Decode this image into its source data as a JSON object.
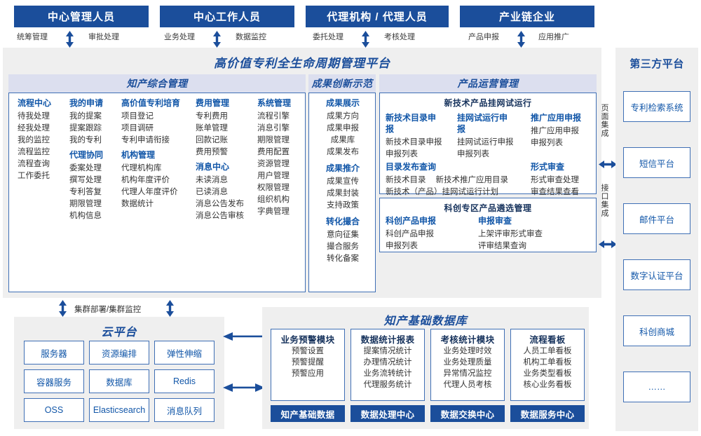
{
  "roles": [
    {
      "title": "中心管理人员",
      "left_action": "统筹管理",
      "right_action": "审批处理"
    },
    {
      "title": "中心工作人员",
      "left_action": "业务处理",
      "right_action": "数据监控"
    },
    {
      "title": "代理机构 / 代理人员",
      "left_action": "委托处理",
      "right_action": "考核处理"
    },
    {
      "title": "产业链企业",
      "left_action": "产品申报",
      "right_action": "应用推广"
    }
  ],
  "platform": {
    "title": "高价值专利全生命周期管理平台",
    "sections": {
      "ip_management": {
        "band": "知产综合管理",
        "columns": [
          {
            "groups": [
              {
                "head": "流程中心",
                "items": [
                  "待我处理",
                  "经我处理",
                  "我的监控",
                  "流程监控",
                  "流程查询",
                  "工作委托"
                ]
              }
            ]
          },
          {
            "groups": [
              {
                "head": "我的申请",
                "items": [
                  "我的提案",
                  "提案跟踪",
                  "我的专利"
                ]
              },
              {
                "head": "代理协同",
                "items": [
                  "委案处理",
                  "撰写处理",
                  "专利答复",
                  "期限管理",
                  "机构信息"
                ]
              }
            ]
          },
          {
            "groups": [
              {
                "head": "高价值专利培育",
                "items": [
                  "项目登记",
                  "项目调研",
                  "专利申请衔接"
                ]
              },
              {
                "head": "机构管理",
                "items": [
                  "代理机构库",
                  "机构年度评价",
                  "代理人年度评价",
                  "数据统计"
                ]
              }
            ]
          },
          {
            "groups": [
              {
                "head": "费用管理",
                "items": [
                  "专利费用",
                  "账单管理",
                  "回款记账",
                  "费用预警"
                ]
              },
              {
                "head": "消息中心",
                "items": [
                  "未读消息",
                  "已读消息",
                  "消息公告发布",
                  "消息公告审核"
                ]
              }
            ]
          },
          {
            "groups": [
              {
                "head": "系统管理",
                "items": [
                  "流程引擎",
                  "消息引擎",
                  "期限管理",
                  "费用配置",
                  "资源管理",
                  "用户管理",
                  "权限管理",
                  "组织机构",
                  "字典管理"
                ]
              }
            ]
          }
        ]
      },
      "achievement": {
        "band": "成果创新示范",
        "groups": [
          {
            "head": "成果展示",
            "items": [
              "成果方向",
              "成果申报",
              "成果库",
              "成果发布"
            ]
          },
          {
            "head": "成果推介",
            "items": [
              "成果宣传",
              "成果封装",
              "支持政策"
            ]
          },
          {
            "head": "转化撮合",
            "items": [
              "意向征集",
              "撮合服务",
              "转化备案"
            ]
          }
        ]
      },
      "product_ops": {
        "band": "产品运营管理",
        "box1": {
          "title": "新技术产品挂网试运行",
          "row1": [
            {
              "head": "新技术目录申报",
              "items": [
                "新技术目录申报",
                "申报列表"
              ]
            },
            {
              "head": "挂网试运行申报",
              "items": [
                "挂网试运行申报",
                "申报列表"
              ]
            },
            {
              "head": "推广应用申报",
              "items": [
                "推广应用申报",
                "申报列表"
              ]
            }
          ],
          "row2_left": {
            "head": "目录发布查询",
            "items": [
              "新技术目录",
              "新技术推广应用目录",
              "新技术（产品）挂网试运行计划"
            ]
          },
          "row2_right": {
            "head": "形式审查",
            "items": [
              "形式审查处理",
              "审查结果查看"
            ]
          }
        },
        "box2": {
          "title": "科创专区产品遴选管理",
          "cols": [
            {
              "head": "科创产品申报",
              "items": [
                "科创产品申报",
                "申报列表"
              ]
            },
            {
              "head": "申报审查",
              "items": [
                "上架评审形式审查",
                "评审结果查询"
              ]
            }
          ]
        }
      }
    }
  },
  "integration": {
    "page": "页面集成",
    "api": "接口集成"
  },
  "third_party": {
    "title": "第三方平台",
    "items": [
      "专利检索系统",
      "短信平台",
      "邮件平台",
      "数字认证平台",
      "科创商城",
      "……"
    ]
  },
  "cloud": {
    "title": "云平台",
    "cluster_label": "集群部署/集群监控",
    "cells": [
      "服务器",
      "资源编排",
      "弹性伸缩",
      "容器服务",
      "数据库",
      "Redis",
      "OSS",
      "Elasticsearch",
      "消息队列"
    ]
  },
  "base_db": {
    "title": "知产基础数据库",
    "columns": [
      {
        "head": "业务预警模块",
        "items": [
          "预警设置",
          "预警提醒",
          "预警应用"
        ],
        "foot": "知产基础数据"
      },
      {
        "head": "数据统计报表",
        "items": [
          "提案情况统计",
          "办理情况统计",
          "业务流转统计",
          "代理服务统计"
        ],
        "foot": "数据处理中心"
      },
      {
        "head": "考核统计模块",
        "items": [
          "业务处理时效",
          "业务处理质量",
          "异常情况监控",
          "代理人员考核"
        ],
        "foot": "数据交换中心"
      },
      {
        "head": "流程看板",
        "items": [
          "人员工单看板",
          "机构工单看板",
          "业务类型看板",
          "核心业务看板"
        ],
        "foot": "数据服务中心"
      }
    ]
  },
  "colors": {
    "brand": "#1B4E9B",
    "band": "#DCDFEF",
    "panel": "#EFEFEF",
    "border": "#3F6FB5"
  }
}
